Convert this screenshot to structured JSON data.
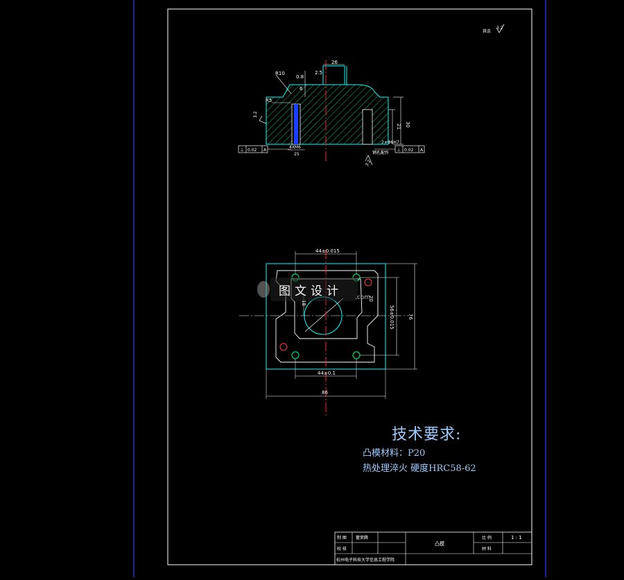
{
  "drawing": {
    "roughness_note": "其余",
    "roughness_value": "3.2",
    "section_view": {
      "dim_top_width": "26",
      "dim_r10": "R10",
      "dim_r5": "R5",
      "dim_08": "0.8",
      "dim_25": "2.5",
      "dim_6": "6",
      "dim_30": "30",
      "dim_21": "21",
      "dim_left_rough": "3.2",
      "dim_bottom_rough": "3.2",
      "thread": "4XM6",
      "depth": "25",
      "holes": "2×Φ6H7",
      "pin_note": "销孔配作",
      "tol_left_sym": "⊥",
      "tol_left_val": "0.02",
      "tol_left_ref": "A",
      "tol_right_sym": "⊥",
      "tol_right_val": "0.02",
      "tol_right_ref": "A"
    },
    "plan_view": {
      "dim_top": "44±0.015",
      "dim_bottom": "44±0.1",
      "dim_width": "86",
      "dim_height": "76",
      "dim_inner_h": "56±0.015",
      "dim_20": "20",
      "dim_18": "18"
    }
  },
  "watermark": {
    "text": "图文设计",
    "suffix": ".com"
  },
  "tech_requirements": {
    "title": "技术要求:",
    "line1": "凸模材料：P20",
    "line2": "热处理淬火  硬度HRC58-62"
  },
  "title_block": {
    "label_draw": "制 图",
    "drawer": "瞿荣腾",
    "label_check": "校 核",
    "part_name": "凸模",
    "label_scale": "比 例",
    "scale_value": "1 : 1",
    "label_material": "材 料",
    "school": "杭州电子科技大学信息工程学院"
  },
  "colors": {
    "background": "#000000",
    "frame": "#ffffff",
    "outline": "#00ffff",
    "hatch": "#00cc66",
    "centerline": "#ff2020",
    "dimension": "#ffffff",
    "blue_text": "#9ecbff",
    "side_border": "#2233cc"
  }
}
